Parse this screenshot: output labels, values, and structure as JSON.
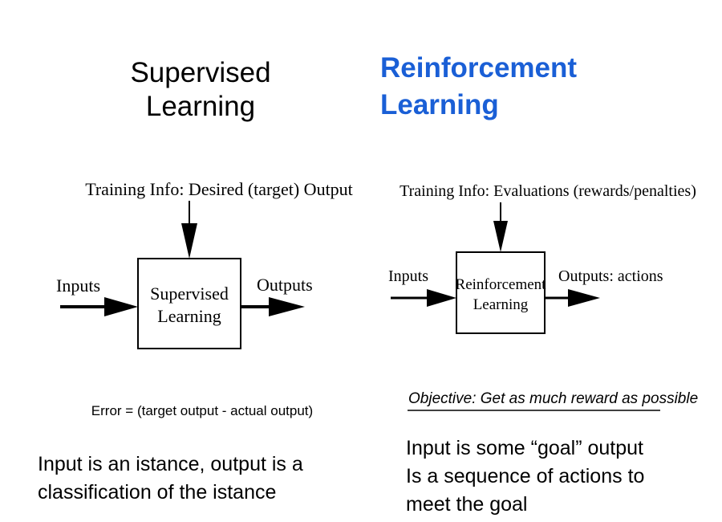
{
  "supervised": {
    "title_line1": "Supervised",
    "title_line2": "Learning",
    "training_info": "Training Info: Desired (target) Output",
    "inputs": "Inputs",
    "box_line1": "Supervised",
    "box_line2": "Learning",
    "outputs": "Outputs",
    "error": "Error = (target output - actual output)",
    "caption_line1": "Input is an istance, output is a",
    "caption_line2": "classification of the istance"
  },
  "reinforcement": {
    "title_line1": "Reinforcement",
    "title_line2": "Learning",
    "training_info": "Training Info: Evaluations (rewards/penalties)",
    "inputs": "Inputs",
    "box_line1": "Reinforcement",
    "box_line2": "Learning",
    "outputs": "Outputs: actions",
    "objective": "Objective:  Get as much reward as possible",
    "caption_line1": "Input is some “goal” output",
    "caption_line2": "Is a sequence of actions to",
    "caption_line3": "meet the goal"
  },
  "colors": {
    "accent": "#1a5fd6"
  }
}
